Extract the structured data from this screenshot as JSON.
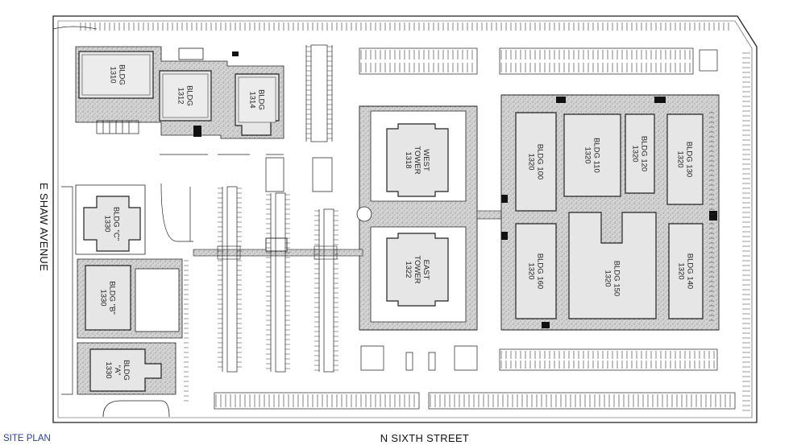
{
  "plan_title": "SITE PLAN",
  "streets": {
    "west": "E SHAW AVENUE",
    "south": "N SIXTH STREET"
  },
  "buildings": [
    {
      "key": "b1310",
      "lines": [
        "BLDG",
        "1310"
      ],
      "rotate": 90
    },
    {
      "key": "b1312",
      "lines": [
        "BLDG",
        "1312"
      ],
      "rotate": 90
    },
    {
      "key": "b1314",
      "lines": [
        "BLDG",
        "1314"
      ],
      "rotate": 90
    },
    {
      "key": "west_tower",
      "lines": [
        "WEST",
        "TOWER",
        "1318"
      ],
      "rotate": 90
    },
    {
      "key": "east_tower",
      "lines": [
        "EAST",
        "TOWER",
        "1322"
      ],
      "rotate": 90
    },
    {
      "key": "bldg_c",
      "lines": [
        "BLDG \"C\"",
        "1330"
      ],
      "rotate": 90
    },
    {
      "key": "bldg_b",
      "lines": [
        "BLDG \"B\"",
        "1330"
      ],
      "rotate": 90
    },
    {
      "key": "bldg_a",
      "lines": [
        "BLDG",
        "\"A\"",
        "1330"
      ],
      "rotate": 90
    },
    {
      "key": "b100",
      "lines": [
        "BLDG 100",
        "1320"
      ],
      "rotate": 90
    },
    {
      "key": "b110",
      "lines": [
        "BLDG 110",
        "1320"
      ],
      "rotate": 90
    },
    {
      "key": "b120",
      "lines": [
        "BLDG 120",
        "1320"
      ],
      "rotate": 90
    },
    {
      "key": "b130",
      "lines": [
        "BLDG 130",
        "1320"
      ],
      "rotate": 90
    },
    {
      "key": "b160",
      "lines": [
        "BLDG 160",
        "1320"
      ],
      "rotate": 90
    },
    {
      "key": "b150",
      "lines": [
        "BLDG 150",
        "1320"
      ],
      "rotate": 90
    },
    {
      "key": "b140",
      "lines": [
        "BLDG 140",
        "1320"
      ],
      "rotate": 90
    }
  ],
  "colors": {
    "ink": "#222222",
    "paving": "#d2d2d2",
    "building": "#e4e4e4",
    "title": "#2a3f8f"
  }
}
